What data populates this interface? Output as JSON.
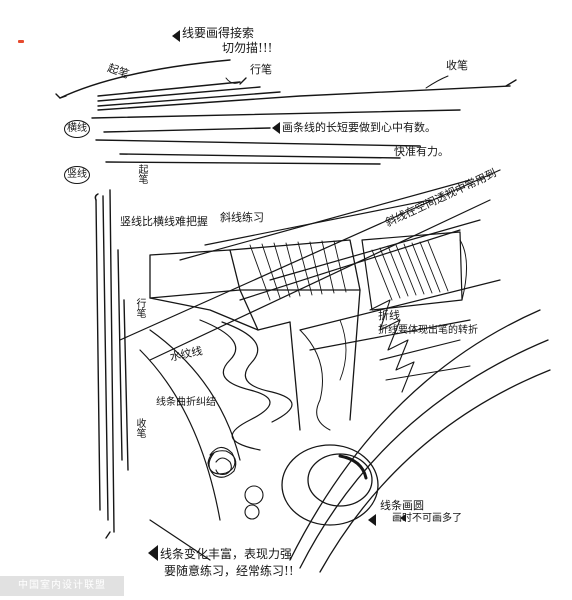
{
  "notes": {
    "top_heading": "线要画得接索",
    "top_heading_2": "切勿描!!!",
    "stroke_start": "起笔",
    "stroke_move": "行笔",
    "stroke_end": "收笔",
    "horizontal_circle": "横线",
    "horizontal_tip": "画条线的长短要做到心中有数。",
    "horizontal_tip_2": "快准有力。",
    "vertical_circle": "竖线",
    "vertical_start": "起笔",
    "vertical_move": "行笔",
    "vertical_end": "收笔",
    "vertical_hard": "竖线比横线难把握",
    "diagonal": "斜线练习",
    "diagonal_note": "斜线在空间透视中常用到",
    "fold_line": "折线",
    "fold_note": "折线要体现出笔的转折",
    "water_line": "水纹线",
    "coil_note": "线条曲折纠结",
    "circle_note": "线条画圆",
    "circle_tip": "画时不可画多了",
    "bottom_heading": "线条变化丰富，表现力强",
    "bottom_heading_2": "要随意练习，经常练习!!"
  },
  "watermark": "中国室内设计联盟",
  "colors": {
    "ink": "#161616",
    "paper": "#ffffff",
    "corner_mark": "#e64a2e"
  }
}
